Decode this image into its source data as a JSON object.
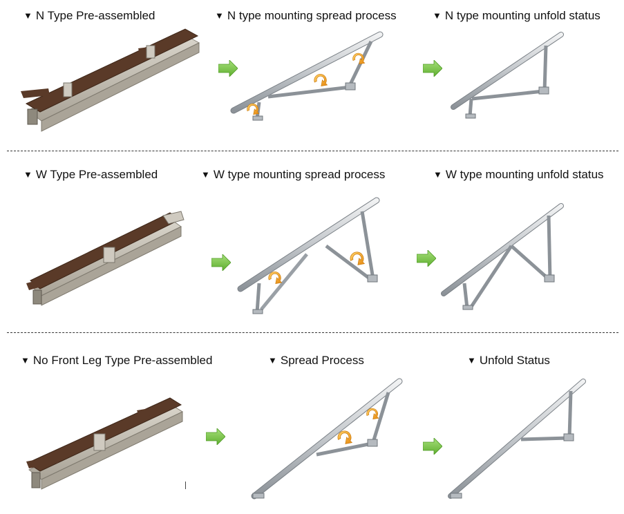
{
  "captions": {
    "n_pre": "N Type Pre-assembled",
    "n_spread": "N type mounting spread process",
    "n_unfold": "N type mounting unfold status",
    "w_pre": "W Type Pre-assembled",
    "w_spread": "W type mounting spread process",
    "w_unfold": "W type mounting unfold status",
    "nf_pre": "No Front Leg Type Pre-assembled",
    "nf_spread": "Spread Process",
    "nf_unfold": "Unfold Status"
  },
  "marker": "▼",
  "colors": {
    "rail_light": "#e4e6e8",
    "rail_dark": "#9ea3a8",
    "rail_edge": "#6f757b",
    "pre_brown": "#5a3a28",
    "pre_body": "#c9c4b8",
    "arrow_green": "#7ec84a",
    "rotate_orange": "#f0a826"
  },
  "icons": [
    "right-arrow-icon",
    "rotate-arrow-icon",
    "down-triangle-icon"
  ]
}
